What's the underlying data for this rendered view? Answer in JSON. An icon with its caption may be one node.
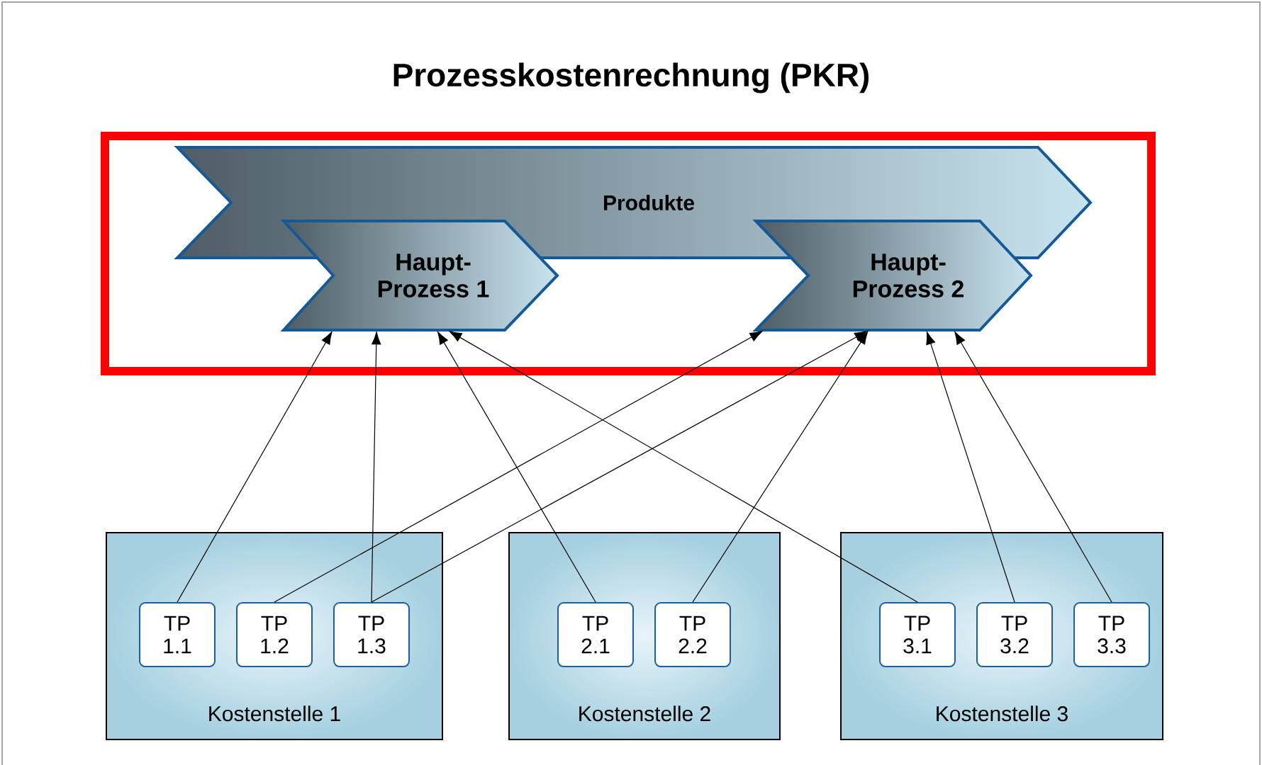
{
  "diagram": {
    "title": "Prozesskostenrechnung (PKR)",
    "nodes": [
      {
        "text": [
          "Produkte"
        ]
      },
      {
        "text": [
          "Haupt- Prozess 1"
        ]
      },
      {
        "text": [
          "Haupt- Prozess 2"
        ]
      },
      {
        "text": [
          "Kostenstelle 1"
        ]
      },
      {
        "text": [
          "TP 1.1"
        ],
        "in": 3
      },
      {
        "text": [
          "TP 1.2"
        ],
        "in": 3
      },
      {
        "text": [
          "TP 1.3"
        ],
        "in": 3
      },
      {
        "text": [
          "Kostenstelle 2"
        ]
      },
      {
        "text": [
          "TP 2.1"
        ],
        "in": 7
      },
      {
        "text": [
          "TP 2.2"
        ],
        "in": 7
      },
      {
        "text": [
          "Kostenstelle 3"
        ]
      },
      {
        "text": [
          "TP 3.1"
        ],
        "in": 10
      },
      {
        "text": [
          "TP 3.2"
        ],
        "in": 10
      },
      {
        "text": [
          "TP 3.3"
        ],
        "in": 10
      }
    ],
    "edges": [
      {
        "from": 4,
        "to": 1,
        "arrow": "to"
      },
      {
        "from": 5,
        "to": 2,
        "arrow": "to"
      },
      {
        "from": 6,
        "to": 1,
        "arrow": "to"
      },
      {
        "from": 6,
        "to": 2,
        "arrow": "to"
      },
      {
        "from": 8,
        "to": 1,
        "arrow": "to"
      },
      {
        "from": 9,
        "to": 2,
        "arrow": "to"
      },
      {
        "from": 11,
        "to": 1,
        "arrow": "to"
      },
      {
        "from": 12,
        "to": 2,
        "arrow": "to"
      },
      {
        "from": 13,
        "to": 2,
        "arrow": "to"
      }
    ]
  }
}
